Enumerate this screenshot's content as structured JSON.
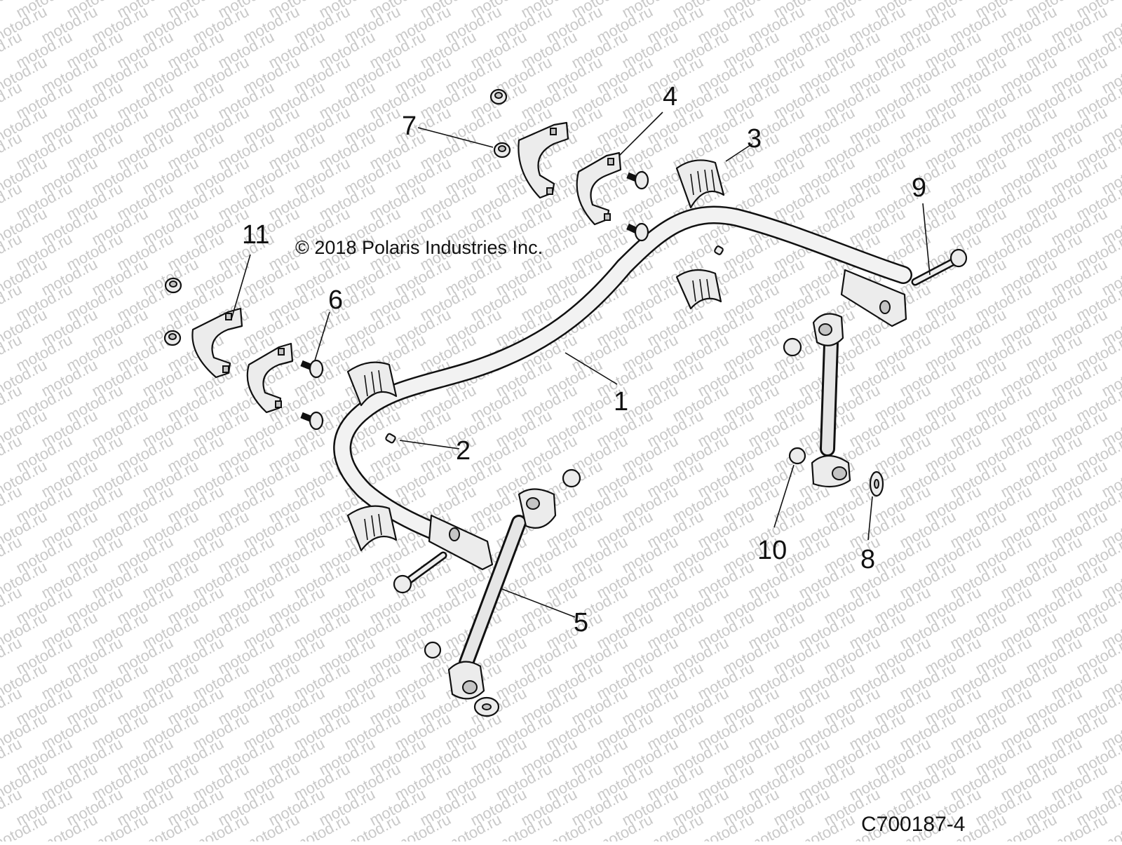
{
  "copyright": "© 2018 Polaris Industries Inc.",
  "diagram_code": "C700187-4",
  "watermark_text": "motod.ru",
  "callouts": [
    "1",
    "2",
    "3",
    "4",
    "5",
    "6",
    "7",
    "8",
    "9",
    "10",
    "11"
  ]
}
